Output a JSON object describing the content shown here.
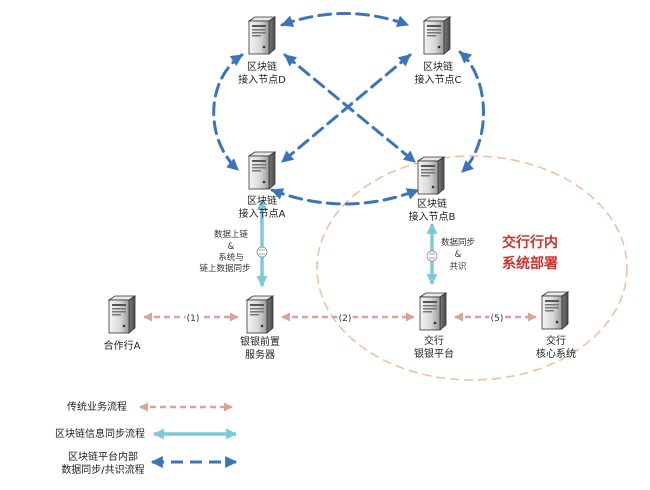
{
  "nodes": {
    "node_d": {
      "line1": "区块链",
      "line2": "接入节点D"
    },
    "node_c": {
      "line1": "区块链",
      "line2": "接入节点C"
    },
    "node_a": {
      "line1": "区块链",
      "line2": "接入节点A"
    },
    "node_b": {
      "line1": "区块链",
      "line2": "接入节点B"
    },
    "partner": {
      "line1": "合作行A"
    },
    "yinyin": {
      "line1": "银银前置",
      "line2": "服务器"
    },
    "platform": {
      "line1": "交行",
      "line2": "银银平台"
    },
    "core": {
      "line1": "交行",
      "line2": "核心系统"
    }
  },
  "region": {
    "line1": "交行行内",
    "line2": "系统部署",
    "color": "#d0312d",
    "border_color": "#f2c09e"
  },
  "flows": {
    "a_to_yinyin": {
      "l1": "数据上链",
      "l2": "&",
      "l3": "系统与",
      "l4": "链上数据同步"
    },
    "b_to_platform": {
      "l1": "数据同步",
      "l2": "&",
      "l3": "共识"
    },
    "partner_yinyin": "(1)",
    "yinyin_platform": "(2)",
    "platform_core": "(5)"
  },
  "legend": {
    "traditional": "传统业务流程",
    "sync": "区块链信息同步流程",
    "internal_l1": "区块链平台内部",
    "internal_l2": "数据同步/共识流程"
  },
  "colors": {
    "traditional": "#d9a39a",
    "sync": "#7fc8d8",
    "internal": "#3a75bb"
  }
}
